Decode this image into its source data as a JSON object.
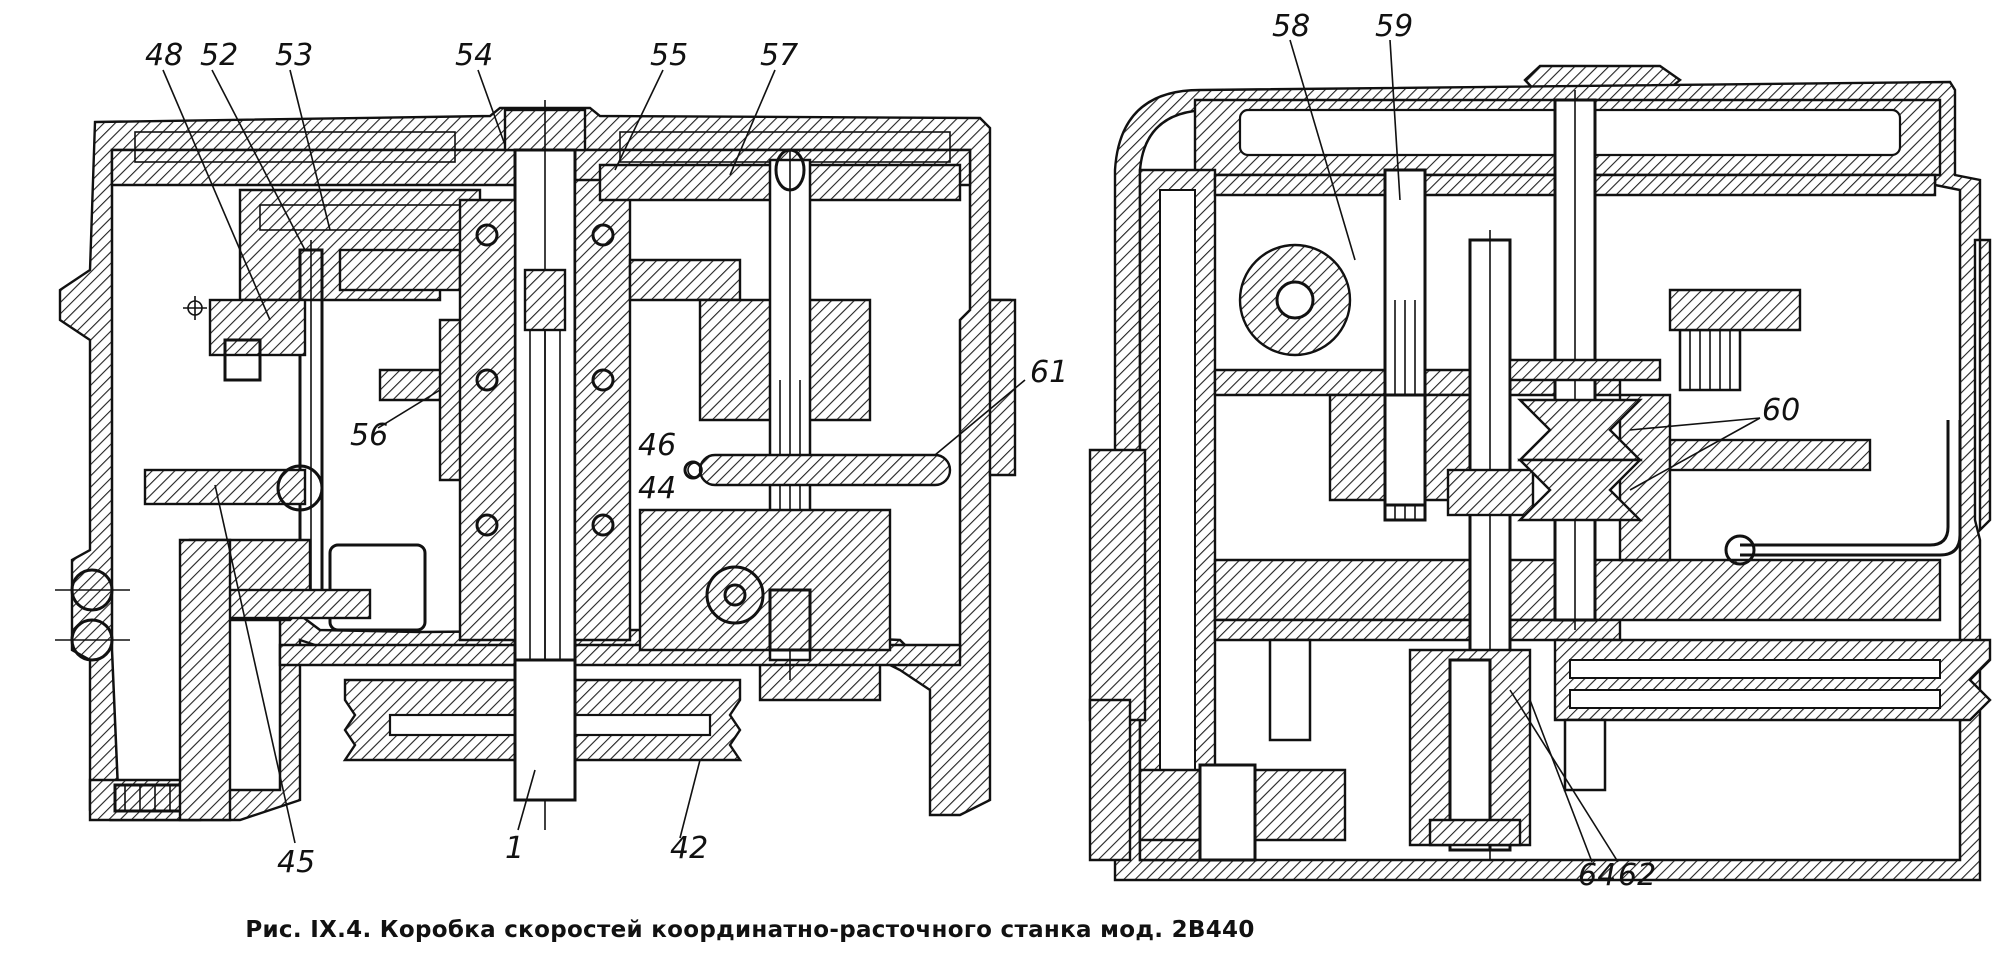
{
  "caption": "Рис. IX.4. Коробка скоростей координатно-расточного станка мод. 2В440",
  "labels": {
    "l48": "48",
    "l52": "52",
    "l53": "53",
    "l54": "54",
    "l55": "55",
    "l57": "57",
    "l56": "56",
    "l46": "46",
    "l44": "44",
    "l61": "61",
    "l45": "45",
    "l1": "1",
    "l42": "42",
    "l58": "58",
    "l59": "59",
    "l60": "60",
    "l64": "64",
    "l62": "62"
  }
}
